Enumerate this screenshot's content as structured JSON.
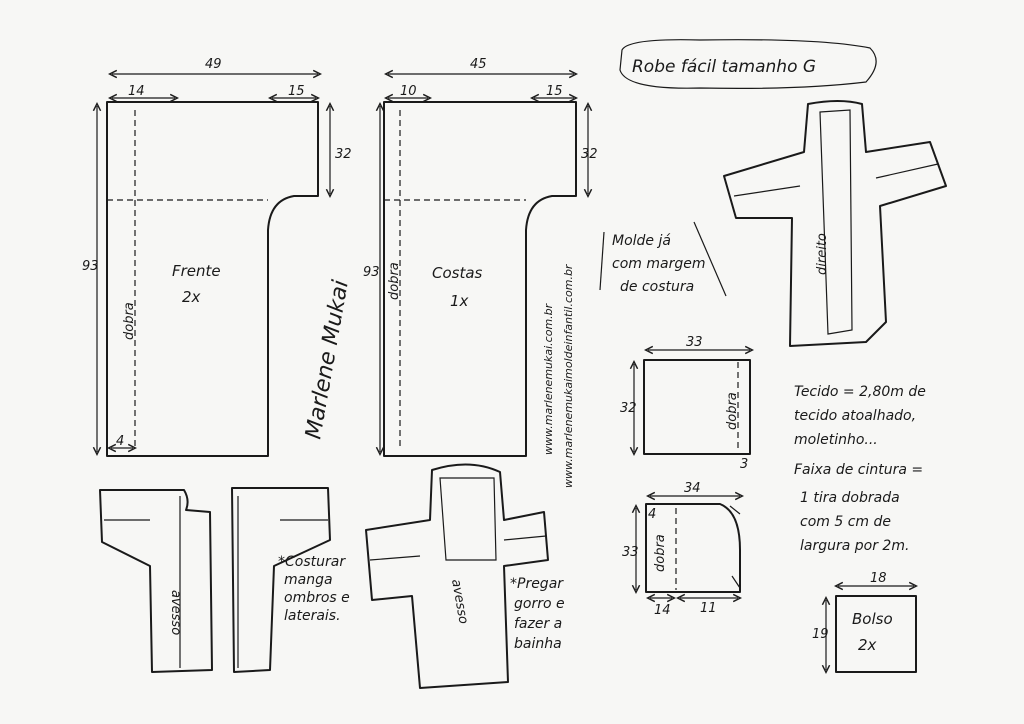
{
  "title": "Robe fácil tamanho G",
  "front": {
    "name": "Frente",
    "count": "2x",
    "fold": "dobra",
    "width": "49",
    "neck": "14",
    "shoulder": "15",
    "sleeve_h": "32",
    "height": "93",
    "hem": "4"
  },
  "back": {
    "name": "Costas",
    "count": "1x",
    "fold": "dobra",
    "width": "45",
    "neck": "10",
    "shoulder": "15",
    "sleeve_h": "32",
    "height": "93"
  },
  "seam_note": [
    "Molde já",
    "com margem",
    "de costura"
  ],
  "websites": [
    "www.marlenemukai.com.br",
    "www.marlenemukaimoldeinfantil.com.br"
  ],
  "signature": "Marlene Mukai",
  "piece_sleeve": {
    "width": "33",
    "height": "32",
    "fold": "dobra",
    "allowance": "3"
  },
  "piece_hood": {
    "width": "34",
    "height": "33",
    "fold": "dobra",
    "top": "4",
    "bottom_left": "14",
    "bottom_right": "11"
  },
  "piece_pocket": {
    "name": "Bolso",
    "count": "2x",
    "width": "18",
    "height": "19"
  },
  "fabric": [
    "Tecido = 2,80m de",
    "tecido atoalhado,",
    "moletinho..."
  ],
  "belt": [
    "Faixa de cintura =",
    "1 tira dobrada",
    "com 5 cm de",
    "largura por 2m."
  ],
  "step1": {
    "label": "avesso",
    "note": [
      "*Costurar",
      "manga",
      "ombros e",
      "laterais."
    ]
  },
  "step2": {
    "label": "avesso",
    "note": [
      "*Pregar",
      "gorro e",
      "fazer a",
      "bainha"
    ]
  },
  "finished": {
    "label": "direito"
  }
}
